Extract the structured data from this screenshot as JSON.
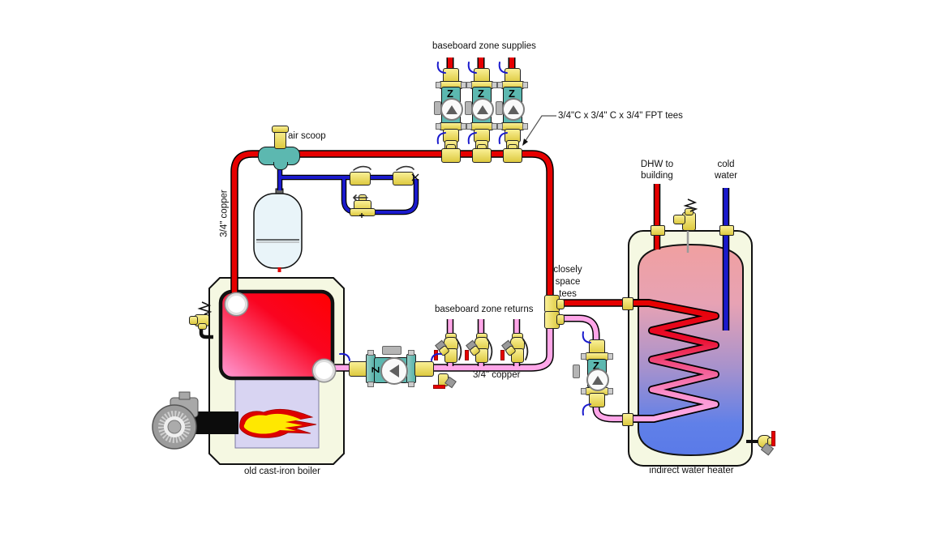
{
  "diagram": {
    "labels": {
      "zone_supplies": "baseboard zone supplies",
      "air_scoop": "air scoop",
      "supply_copper": "3/4\" copper",
      "fpt_tees": "3/4\"C x 3/4\" C x 3/4\" FPT tees",
      "dhw_line1": "DHW to",
      "dhw_line2": "building",
      "cold_line1": "cold",
      "cold_line2": "water",
      "closely_line1": "closely",
      "closely_line2": "space",
      "closely_line3": "tees",
      "zone_returns": "baseboard zone returns",
      "return_copper": "3/4\" copper",
      "boiler": "old cast-iron boiler",
      "water_heater": "indirect water heater",
      "pump_marking": "Z"
    },
    "colors": {
      "supply_pipe": "#e60000",
      "return_pipe": "#ffa6e8",
      "cold_water_pipe": "#1a1acd",
      "pump_body": "#5cb8b0",
      "brass": "#f2e35f",
      "boiler_jacket": "#f5f8e2",
      "combustion_chamber": "#d8d4f2",
      "tank_hot": "#f0a0a0",
      "tank_cold": "#5a7ae8"
    }
  }
}
